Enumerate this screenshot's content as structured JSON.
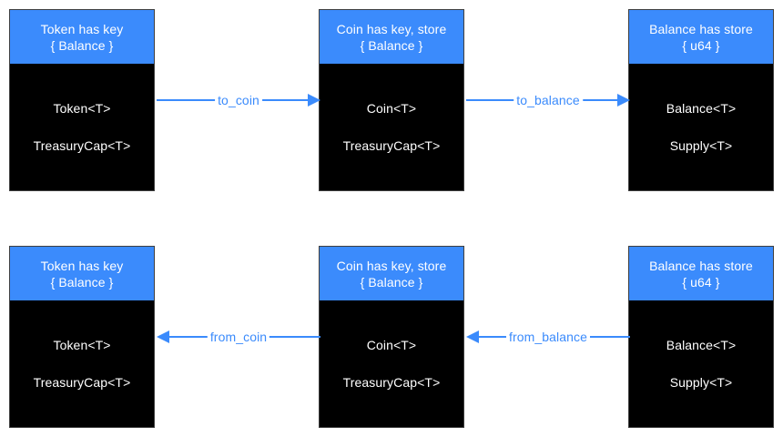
{
  "diagram": {
    "title": "Token / Coin / Balance conversion diagram",
    "colors": {
      "accent_blue": "#3b8bfc",
      "node_body": "#000000",
      "node_text": "#ffffff",
      "background": "#ffffff",
      "border": "#3f3f3f"
    },
    "nodes": [
      {
        "id": "token-top",
        "header_line1": "Token has key",
        "header_line2": "{ Balance }",
        "body_line1": "Token<T>",
        "body_line2": "TreasuryCap<T>"
      },
      {
        "id": "coin-top",
        "header_line1": "Coin has key, store",
        "header_line2": "{ Balance }",
        "body_line1": "Coin<T>",
        "body_line2": "TreasuryCap<T>"
      },
      {
        "id": "balance-top",
        "header_line1": "Balance has store",
        "header_line2": "{ u64 }",
        "body_line1": "Balance<T>",
        "body_line2": "Supply<T>"
      },
      {
        "id": "token-bottom",
        "header_line1": "Token has key",
        "header_line2": "{ Balance }",
        "body_line1": "Token<T>",
        "body_line2": "TreasuryCap<T>"
      },
      {
        "id": "coin-bottom",
        "header_line1": "Coin has key, store",
        "header_line2": "{ Balance }",
        "body_line1": "Coin<T>",
        "body_line2": "TreasuryCap<T>"
      },
      {
        "id": "balance-bottom",
        "header_line1": "Balance has store",
        "header_line2": "{ u64 }",
        "body_line1": "Balance<T>",
        "body_line2": "Supply<T>"
      }
    ],
    "edges": [
      {
        "id": "to-coin",
        "label": "to_coin",
        "from": "token-top",
        "to": "coin-top",
        "direction": "right"
      },
      {
        "id": "to-balance",
        "label": "to_balance",
        "from": "coin-top",
        "to": "balance-top",
        "direction": "right"
      },
      {
        "id": "from-coin",
        "label": "from_coin",
        "from": "coin-bottom",
        "to": "token-bottom",
        "direction": "left"
      },
      {
        "id": "from-balance",
        "label": "from_balance",
        "from": "balance-bottom",
        "to": "coin-bottom",
        "direction": "left"
      }
    ]
  }
}
